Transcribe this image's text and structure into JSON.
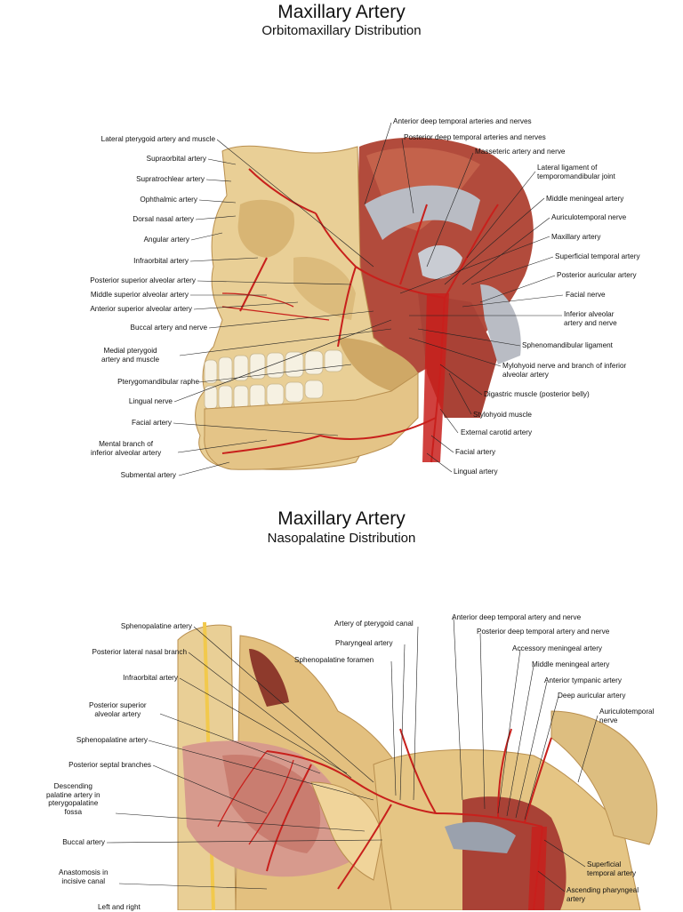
{
  "top": {
    "title": "Maxillary Artery",
    "subtitle": "Orbitomaxillary Distribution",
    "left_labels": [
      "Lateral pterygoid artery and muscle",
      "Supraorbital artery",
      "Supratrochlear artery",
      "Ophthalmic artery",
      "Dorsal nasal artery",
      "Angular artery",
      "Infraorbital artery",
      "Posterior superior alveolar artery",
      "Middle superior alveolar artery",
      "Anterior superior alveolar artery",
      "Buccal artery and nerve",
      "Medial pterygoid\nartery and muscle",
      "Pterygomandibular raphe",
      "Lingual nerve",
      "Facial artery",
      "Mental branch of\ninferior alveolar artery",
      "Submental artery"
    ],
    "right_labels": [
      "Anterior deep temporal arteries and nerves",
      "Posterior deep temporal arteries and nerves",
      "Masseteric artery and nerve",
      "Lateral ligament of\ntemporomandibular joint",
      "Middle meningeal artery",
      "Auriculotemporal nerve",
      "Maxillary artery",
      "Superficial temporal artery",
      "Posterior auricular artery",
      "Facial nerve",
      "Inferior alveolar\nartery and nerve",
      "Sphenomandibular ligament",
      "Mylohyoid nerve and branch of inferior\nalveolar artery",
      "Digastric muscle (posterior belly)",
      "Stylohyoid muscle",
      "External carotid artery",
      "Facial artery",
      "Lingual artery"
    ]
  },
  "bottom": {
    "title": "Maxillary Artery",
    "subtitle": "Nasopalatine Distribution",
    "left_labels": [
      "Sphenopalatine artery",
      "Posterior lateral nasal branch",
      "Infraorbital artery",
      "Posterior superior\nalveolar artery",
      "Sphenopalatine artery",
      "Posterior septal branches",
      "Descending\npalatine artery in\npterygopalatine\nfossa",
      "Buccal artery",
      "Anastomosis in\nincisive canal",
      "Left and right"
    ],
    "top_labels": [
      "Artery of pterygoid canal",
      "Pharyngeal artery",
      "Sphenopalatine foramen"
    ],
    "right_labels": [
      "Anterior deep temporal artery and nerve",
      "Posterior deep temporal artery and nerve",
      "Accessory meningeal artery",
      "Middle meningeal artery",
      "Anterior tympanic artery",
      "Deep auricular artery",
      "Auriculotemporal\nnerve",
      "Superficial\ntemporal artery",
      "Ascending pharyngeal\nartery"
    ]
  },
  "colors": {
    "bone": "#e9cf96",
    "bone_shade": "#cfa866",
    "artery": "#c8201c",
    "muscle": "#b2463a",
    "tendon": "#b9bcc4",
    "mucosa": "#d79a8d",
    "leader": "#222222"
  }
}
